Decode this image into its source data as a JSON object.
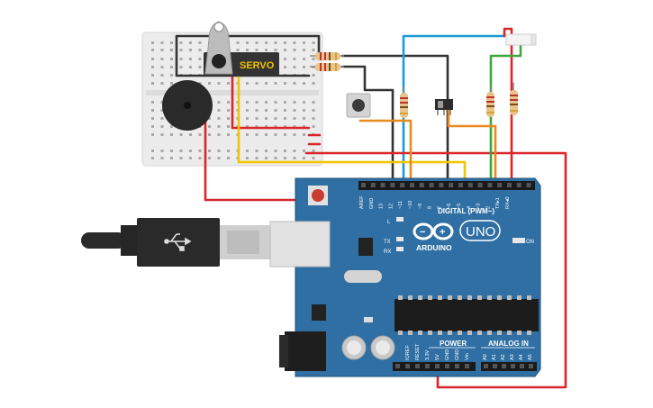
{
  "components": {
    "servo": {
      "label": "SERVO"
    },
    "arduino": {
      "brand": "ARDUINO",
      "model": "UNO",
      "digital_header": "DIGITAL (PWM~)",
      "power_header": "POWER",
      "analog_header": "ANALOG IN",
      "led_labels": {
        "l": "L",
        "tx": "TX",
        "rx": "RX",
        "on": "ON"
      },
      "top_pins": [
        "AREF",
        "GND",
        "13",
        "12",
        "~11",
        "~10",
        "~9",
        "8",
        "7",
        "~6",
        "~5",
        "4",
        "~3",
        "2",
        "TX▸1",
        "RX◂0"
      ],
      "power_pins": [
        "IOREF",
        "RESET",
        "3.3V",
        "5V",
        "GND",
        "GND",
        "Vin"
      ],
      "analog_pins": [
        "A0",
        "A1",
        "A2",
        "A3",
        "A4",
        "A5"
      ]
    }
  },
  "colors": {
    "board": "#2f6fa3",
    "board_edge": "#1f4f7a",
    "breadboard": "#ececec",
    "wire_black": "#333333",
    "wire_red": "#d8262b",
    "wire_blue": "#1b9ad6",
    "wire_green": "#3aa83a",
    "wire_yellow": "#f2c500",
    "wire_orange": "#e8891f"
  }
}
